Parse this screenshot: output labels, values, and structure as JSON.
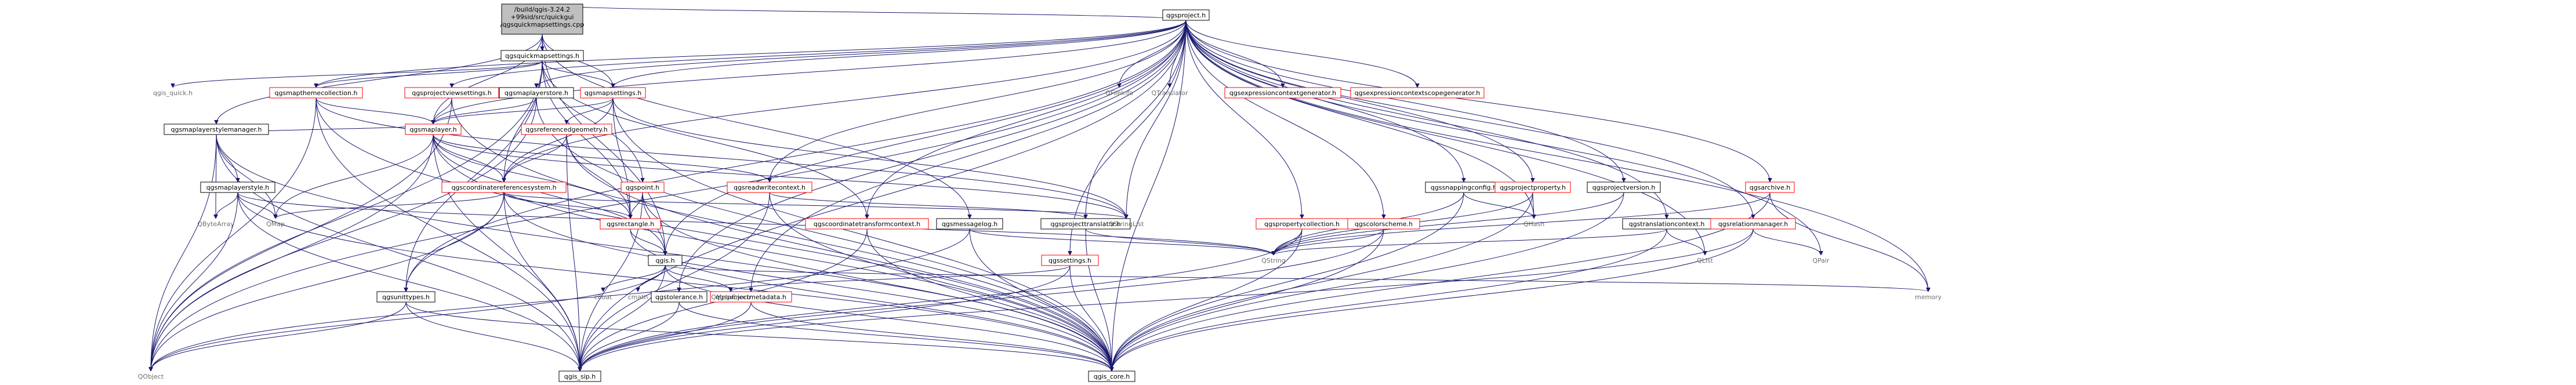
{
  "nodes": [
    {
      "id": "root",
      "label": "/build/qgis-3.24.2+99sid/src/quickgui/qgsquickmapsettings.cpp",
      "lines": [
        "/build/qgis-3.24.2",
        "+99sid/src/quickgui",
        "/qgsquickmapsettings.cpp"
      ],
      "style": "root"
    },
    {
      "id": "qms",
      "label": "qgsquickmapsettings.h",
      "style": "black"
    },
    {
      "id": "qp",
      "label": "qgsproject.h",
      "style": "black"
    },
    {
      "id": "qgsquick",
      "label": "qgis_quick.h",
      "style": "gray"
    },
    {
      "id": "mtc",
      "label": "qgsmapthemecollection.h",
      "style": "red"
    },
    {
      "id": "pvs",
      "label": "qgsprojectviewsettings.h",
      "style": "red"
    },
    {
      "id": "mls",
      "label": "qgsmaplayerstore.h",
      "style": "black"
    },
    {
      "id": "ms",
      "label": "qgsmapsettings.h",
      "style": "red"
    },
    {
      "id": "qfileinfo",
      "label": "QFileInfo",
      "style": "gray"
    },
    {
      "id": "qtrans",
      "label": "QTranslator",
      "style": "gray"
    },
    {
      "id": "ecg",
      "label": "qgsexpressioncontextgenerator.h",
      "style": "red"
    },
    {
      "id": "ecsg",
      "label": "qgsexpressioncontextscopegenerator.h",
      "style": "red"
    },
    {
      "id": "mlsm",
      "label": "qgsmaplayerstylemanager.h",
      "style": "black"
    },
    {
      "id": "ml",
      "label": "qgsmaplayer.h",
      "style": "red"
    },
    {
      "id": "rg",
      "label": "qgsreferencedgeometry.h",
      "style": "red"
    },
    {
      "id": "rwc",
      "label": "qgsreadwritecontext.h",
      "style": "red"
    },
    {
      "id": "crs",
      "label": "qgscoordinatereferencesystem.h",
      "style": "red"
    },
    {
      "id": "mlst",
      "label": "qgsmaplayerstyle.h",
      "style": "black"
    },
    {
      "id": "pt",
      "label": "qgspoint.h",
      "style": "red"
    },
    {
      "id": "rect",
      "label": "qgsrectangle.h",
      "style": "red"
    },
    {
      "id": "ctc",
      "label": "qgscoordinatetransformcontext.h",
      "style": "red"
    },
    {
      "id": "msglog",
      "label": "qgsmessagelog.h",
      "style": "black"
    },
    {
      "id": "snap",
      "label": "qgssnappingconfig.h",
      "style": "black"
    },
    {
      "id": "pprop",
      "label": "qgsprojectproperty.h",
      "style": "red"
    },
    {
      "id": "pver",
      "label": "qgsprojectversion.h",
      "style": "black"
    },
    {
      "id": "archive",
      "label": "qgsarchive.h",
      "style": "red"
    },
    {
      "id": "ptr",
      "label": "qgsprojecttranslator.h",
      "style": "black"
    },
    {
      "id": "qstrlist",
      "label": "QStringList",
      "style": "gray"
    },
    {
      "id": "pcoll",
      "label": "qgspropertycollection.h",
      "style": "red"
    },
    {
      "id": "qhash",
      "label": "QHash",
      "style": "gray"
    },
    {
      "id": "cscheme",
      "label": "qgscolorscheme.h",
      "style": "red"
    },
    {
      "id": "trctx",
      "label": "qgstranslationcontext.h",
      "style": "black"
    },
    {
      "id": "relmgr",
      "label": "qgsrelationmanager.h",
      "style": "red"
    },
    {
      "id": "qbytearr",
      "label": "QByteArray",
      "style": "gray"
    },
    {
      "id": "qmap",
      "label": "QMap",
      "style": "gray"
    },
    {
      "id": "qgish",
      "label": "qgis.h",
      "style": "black"
    },
    {
      "id": "settings",
      "label": "qgssettings.h",
      "style": "red"
    },
    {
      "id": "qstring",
      "label": "QString",
      "style": "gray"
    },
    {
      "id": "qlist",
      "label": "QList",
      "style": "gray"
    },
    {
      "id": "qpair",
      "label": "QPair",
      "style": "gray"
    },
    {
      "id": "memory",
      "label": "memory",
      "style": "gray"
    },
    {
      "id": "unittypes",
      "label": "qgsunittypes.h",
      "style": "black"
    },
    {
      "id": "tol",
      "label": "qgstolerance.h",
      "style": "black"
    },
    {
      "id": "pmeta",
      "label": "qgsprojectmetadata.h",
      "style": "red"
    },
    {
      "id": "cfloat",
      "label": "cfloat",
      "style": "gray"
    },
    {
      "id": "cmath",
      "label": "cmath",
      "style": "gray"
    },
    {
      "id": "qmetaenum",
      "label": "QMetaEnum",
      "style": "gray"
    },
    {
      "id": "qobject",
      "label": "QObject",
      "style": "gray"
    },
    {
      "id": "qgissip",
      "label": "qgis_sip.h",
      "style": "black"
    },
    {
      "id": "qgiscore",
      "label": "qgis_core.h",
      "style": "black"
    }
  ],
  "edges": [
    [
      "root",
      "qms"
    ],
    [
      "root",
      "qp"
    ],
    [
      "root",
      "ms"
    ],
    [
      "root",
      "ml"
    ],
    [
      "root",
      "mlsm"
    ],
    [
      "root",
      "qgish"
    ],
    [
      "root",
      "msglog"
    ],
    [
      "qms",
      "qgsquick"
    ],
    [
      "qms",
      "mtc"
    ],
    [
      "qms",
      "ms"
    ],
    [
      "qms",
      "pt"
    ],
    [
      "qms",
      "rect"
    ],
    [
      "qms",
      "ctc"
    ],
    [
      "qms",
      "crs"
    ],
    [
      "qms",
      "qobject"
    ],
    [
      "qms",
      "unittypes"
    ],
    [
      "qp",
      "mtc"
    ],
    [
      "qp",
      "pvs"
    ],
    [
      "qp",
      "mls"
    ],
    [
      "qp",
      "ms"
    ],
    [
      "qp",
      "qfileinfo"
    ],
    [
      "qp",
      "qtrans"
    ],
    [
      "qp",
      "ecg"
    ],
    [
      "qp",
      "ecsg"
    ],
    [
      "qp",
      "ml"
    ],
    [
      "qp",
      "rwc"
    ],
    [
      "qp",
      "crs"
    ],
    [
      "qp",
      "ctc"
    ],
    [
      "qp",
      "snap"
    ],
    [
      "qp",
      "pprop"
    ],
    [
      "qp",
      "pver"
    ],
    [
      "qp",
      "archive"
    ],
    [
      "qp",
      "ptr"
    ],
    [
      "qp",
      "qstrlist"
    ],
    [
      "qp",
      "pcoll"
    ],
    [
      "qp",
      "qhash"
    ],
    [
      "qp",
      "cscheme"
    ],
    [
      "qp",
      "trctx"
    ],
    [
      "qp",
      "relmgr"
    ],
    [
      "qp",
      "qgish"
    ],
    [
      "qp",
      "settings"
    ],
    [
      "qp",
      "tol"
    ],
    [
      "qp",
      "pmeta"
    ],
    [
      "qp",
      "unittypes"
    ],
    [
      "qp",
      "qlist"
    ],
    [
      "qp",
      "qpair"
    ],
    [
      "qp",
      "memory"
    ],
    [
      "qp",
      "qgiscore"
    ],
    [
      "qp",
      "qgissip"
    ],
    [
      "qp",
      "qobject"
    ],
    [
      "mtc",
      "ml"
    ],
    [
      "mtc",
      "qobject"
    ],
    [
      "mtc",
      "qgiscore"
    ],
    [
      "mtc",
      "qgissip"
    ],
    [
      "mtc",
      "qstrlist"
    ],
    [
      "pvs",
      "ml"
    ],
    [
      "pvs",
      "qgiscore"
    ],
    [
      "pvs",
      "qobject"
    ],
    [
      "mls",
      "ml"
    ],
    [
      "mls",
      "qgiscore"
    ],
    [
      "mls",
      "qobject"
    ],
    [
      "ms",
      "ml"
    ],
    [
      "ms",
      "rg"
    ],
    [
      "ms",
      "rect"
    ],
    [
      "ms",
      "crs"
    ],
    [
      "ms",
      "qstrlist"
    ],
    [
      "ms",
      "qgiscore"
    ],
    [
      "mlsm",
      "mlst"
    ],
    [
      "mlsm",
      "ml"
    ],
    [
      "mlsm",
      "qbytearr"
    ],
    [
      "mlsm",
      "qmap"
    ],
    [
      "mlsm",
      "qobject"
    ],
    [
      "mlsm",
      "qgiscore"
    ],
    [
      "mlsm",
      "qgissip"
    ],
    [
      "ml",
      "crs"
    ],
    [
      "ml",
      "rwc"
    ],
    [
      "ml",
      "rect"
    ],
    [
      "ml",
      "qgish"
    ],
    [
      "ml",
      "qgiscore"
    ],
    [
      "ml",
      "qgissip"
    ],
    [
      "ml",
      "qobject"
    ],
    [
      "ml",
      "qmap"
    ],
    [
      "ml",
      "qstrlist"
    ],
    [
      "rg",
      "crs"
    ],
    [
      "rg",
      "rect"
    ],
    [
      "rg",
      "qgissip"
    ],
    [
      "rg",
      "qgiscore"
    ],
    [
      "crs",
      "rect"
    ],
    [
      "crs",
      "unittypes"
    ],
    [
      "crs",
      "qgiscore"
    ],
    [
      "crs",
      "qgissip"
    ],
    [
      "crs",
      "qmap"
    ],
    [
      "crs",
      "qstrlist"
    ],
    [
      "crs",
      "qobject"
    ],
    [
      "mlst",
      "qbytearr"
    ],
    [
      "mlst",
      "qmap"
    ],
    [
      "mlst",
      "qgiscore"
    ],
    [
      "mlst",
      "qgissip"
    ],
    [
      "mlst",
      "qobject"
    ],
    [
      "mlst",
      "qstring"
    ],
    [
      "pt",
      "rect"
    ],
    [
      "pt",
      "qgiscore"
    ],
    [
      "pt",
      "qgissip"
    ],
    [
      "pt",
      "qgish"
    ],
    [
      "rect",
      "qgish"
    ],
    [
      "rect",
      "qgiscore"
    ],
    [
      "rwc",
      "ptr"
    ],
    [
      "rwc",
      "qgiscore"
    ],
    [
      "rwc",
      "qgissip"
    ],
    [
      "ctc",
      "qgiscore"
    ],
    [
      "ctc",
      "qgissip"
    ],
    [
      "msglog",
      "qgiscore"
    ],
    [
      "msglog",
      "qobject"
    ],
    [
      "msglog",
      "qstring"
    ],
    [
      "snap",
      "qhash"
    ],
    [
      "snap",
      "qgiscore"
    ],
    [
      "snap",
      "qstring"
    ],
    [
      "pprop",
      "qhash"
    ],
    [
      "pprop",
      "qstring"
    ],
    [
      "pprop",
      "qgiscore"
    ],
    [
      "pver",
      "qstring"
    ],
    [
      "pver",
      "qgiscore"
    ],
    [
      "archive",
      "memory"
    ],
    [
      "archive",
      "qgiscore"
    ],
    [
      "archive",
      "qstring"
    ],
    [
      "ptr",
      "qstring"
    ],
    [
      "ptr",
      "qgiscore"
    ],
    [
      "pcoll",
      "qgiscore"
    ],
    [
      "pcoll",
      "qgissip"
    ],
    [
      "pcoll",
      "qstring"
    ],
    [
      "cscheme",
      "qstring"
    ],
    [
      "cscheme",
      "qgiscore"
    ],
    [
      "cscheme",
      "qgissip"
    ],
    [
      "trctx",
      "qlist"
    ],
    [
      "trctx",
      "qgiscore"
    ],
    [
      "trctx",
      "qstring"
    ],
    [
      "relmgr",
      "qpair"
    ],
    [
      "relmgr",
      "qgiscore"
    ],
    [
      "relmgr",
      "qgissip"
    ],
    [
      "qgish",
      "qmetaenum"
    ],
    [
      "qgish",
      "cfloat"
    ],
    [
      "qgish",
      "cmath"
    ],
    [
      "qgish",
      "memory"
    ],
    [
      "qgish",
      "qgiscore"
    ],
    [
      "qgish",
      "qgissip"
    ],
    [
      "qgish",
      "qobject"
    ],
    [
      "settings",
      "qmetaenum"
    ],
    [
      "settings",
      "qgiscore"
    ],
    [
      "settings",
      "qgissip"
    ],
    [
      "unittypes",
      "qgiscore"
    ],
    [
      "unittypes",
      "qgissip"
    ],
    [
      "unittypes",
      "qobject"
    ],
    [
      "tol",
      "qgiscore"
    ],
    [
      "tol",
      "qgissip"
    ],
    [
      "pmeta",
      "qgiscore"
    ],
    [
      "pmeta",
      "qgissip"
    ]
  ]
}
